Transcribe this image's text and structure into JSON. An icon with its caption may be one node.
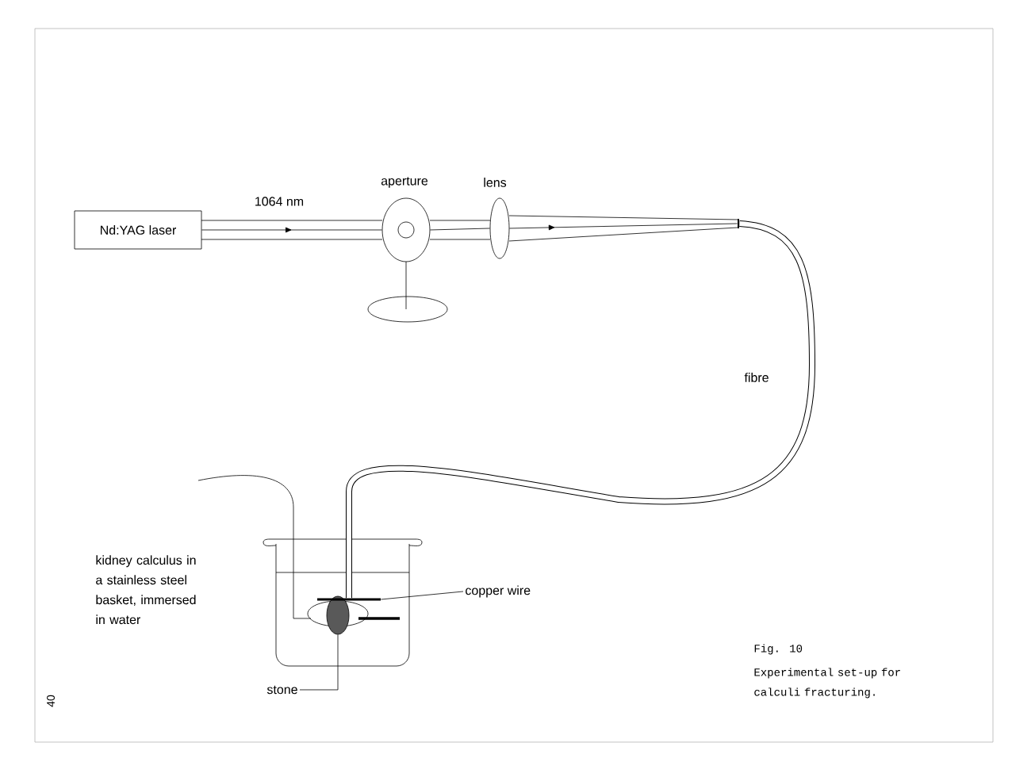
{
  "diagram": {
    "nodes": [
      {
        "text": [
          "Nd:YAG laser"
        ]
      },
      {
        "text": [
          "aperture"
        ]
      },
      {
        "text": [
          "lens"
        ]
      },
      {
        "text": [
          "stone"
        ]
      },
      {
        "text": [],
        "shape": "circle"
      },
      {
        "text": [
          "copper wire"
        ]
      },
      {
        "text": [],
        "shape": "bar"
      },
      {
        "text": [],
        "shape": "bar"
      }
    ],
    "edges": [
      {
        "from": 0,
        "to": 1,
        "arrow": "to",
        "label": "1064 nm"
      },
      {
        "from": 1,
        "to": 2,
        "arrow": "none"
      },
      {
        "from": 2,
        "to": 7,
        "arrow": "to"
      },
      {
        "from": 7,
        "to": 6,
        "arrow": "none",
        "label": "fibre",
        "style": "thick"
      },
      {
        "from": 3,
        "to": 4,
        "arrow": "none"
      },
      {
        "from": 5,
        "to": 6,
        "arrow": "none"
      }
    ],
    "labels": [
      "kidney calculus in a stainless steel basket, immersed in water",
      "40",
      "Fig. 10",
      "Experimental set-up for calculi fracturing."
    ]
  }
}
